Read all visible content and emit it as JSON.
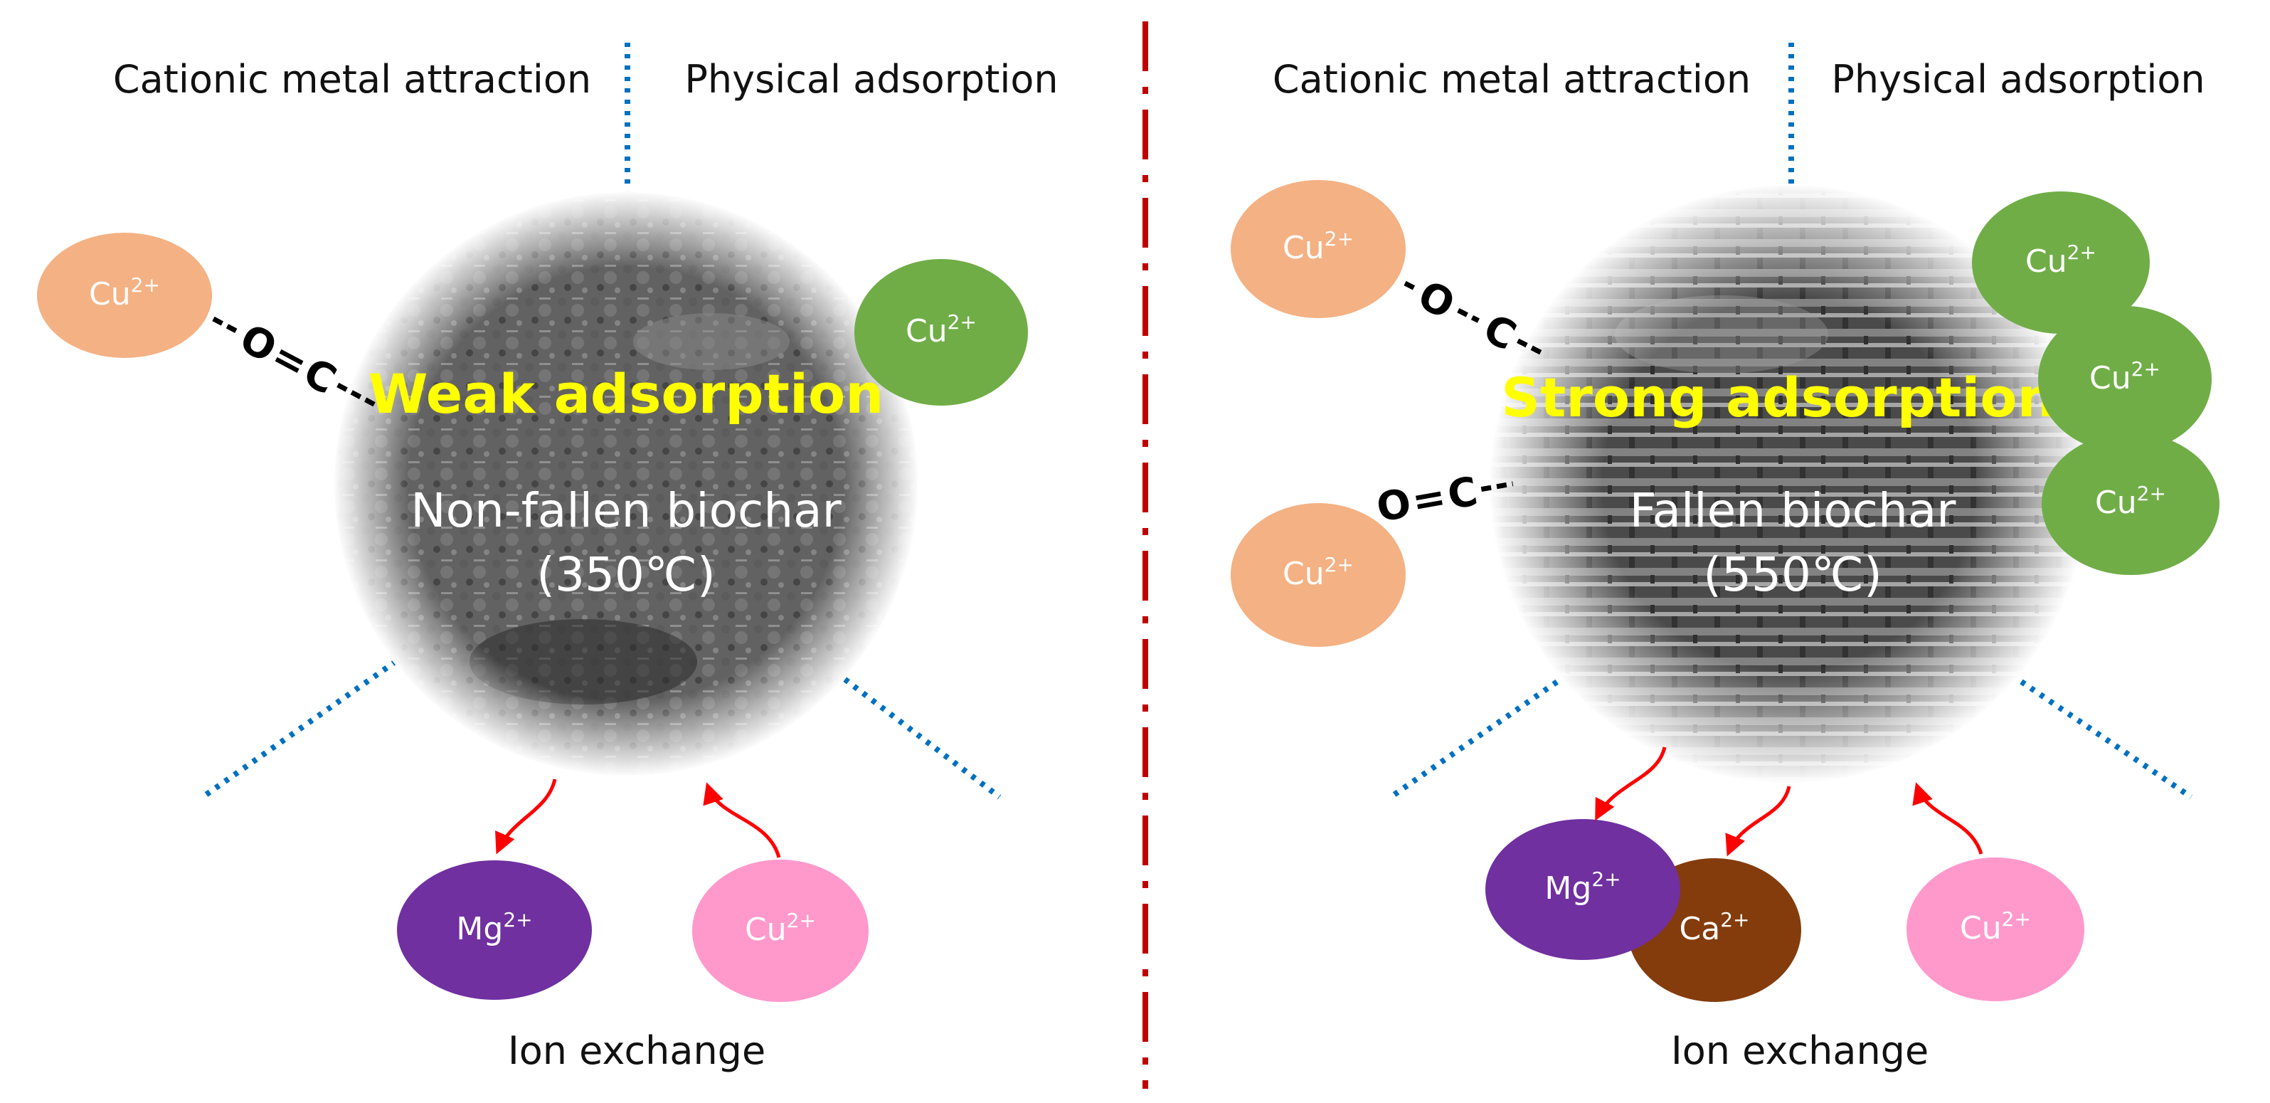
{
  "left_panel": {
    "headings": {
      "cationic": "Cationic metal attraction",
      "physical": "Physical adsorption",
      "ion_exchange": "Ion exchange"
    },
    "center_label": "Weak adsorption",
    "biochar_name": "Non-fallen biochar",
    "biochar_temp": "(350℃)",
    "bond_atoms": {
      "oxygen": "O",
      "double_bond": "=",
      "carbon": "C"
    },
    "ions": [
      {
        "id": "cu-cationic",
        "base": "Cu",
        "charge": "2+",
        "color": "#f4b183"
      },
      {
        "id": "cu-physical",
        "base": "Cu",
        "charge": "2+",
        "color": "#70ad47"
      },
      {
        "id": "mg-exchange",
        "base": "Mg",
        "charge": "2+",
        "color": "#7030a0"
      },
      {
        "id": "cu-exchange",
        "base": "Cu",
        "charge": "2+",
        "color": "#ff99cc"
      }
    ]
  },
  "right_panel": {
    "headings": {
      "cationic": "Cationic metal attraction",
      "physical": "Physical adsorption",
      "ion_exchange": "Ion exchange"
    },
    "center_label": "Strong adsorption",
    "biochar_name": "Fallen biochar",
    "biochar_temp": "(550℃)",
    "bond_atoms": {
      "oxygen": "O",
      "double_bond": "=",
      "carbon": "C"
    },
    "ions": [
      {
        "id": "cu-cationic-1",
        "base": "Cu",
        "charge": "2+",
        "color": "#f4b183"
      },
      {
        "id": "cu-cationic-2",
        "base": "Cu",
        "charge": "2+",
        "color": "#f4b183"
      },
      {
        "id": "cu-physical-1",
        "base": "Cu",
        "charge": "2+",
        "color": "#70ad47"
      },
      {
        "id": "cu-physical-2",
        "base": "Cu",
        "charge": "2+",
        "color": "#70ad47"
      },
      {
        "id": "cu-physical-3",
        "base": "Cu",
        "charge": "2+",
        "color": "#70ad47"
      },
      {
        "id": "mg-exchange",
        "base": "Mg",
        "charge": "2+",
        "color": "#7030a0"
      },
      {
        "id": "ca-exchange",
        "base": "Ca",
        "charge": "2+",
        "color": "#843c0c"
      },
      {
        "id": "cu-exchange",
        "base": "Cu",
        "charge": "2+",
        "color": "#ff99cc"
      }
    ]
  },
  "colors": {
    "divider": "#c00000",
    "dotted_lines": "#0070c0",
    "arrows": "#ff0000",
    "highlight_text": "#ffff00",
    "bond": "#000000"
  }
}
